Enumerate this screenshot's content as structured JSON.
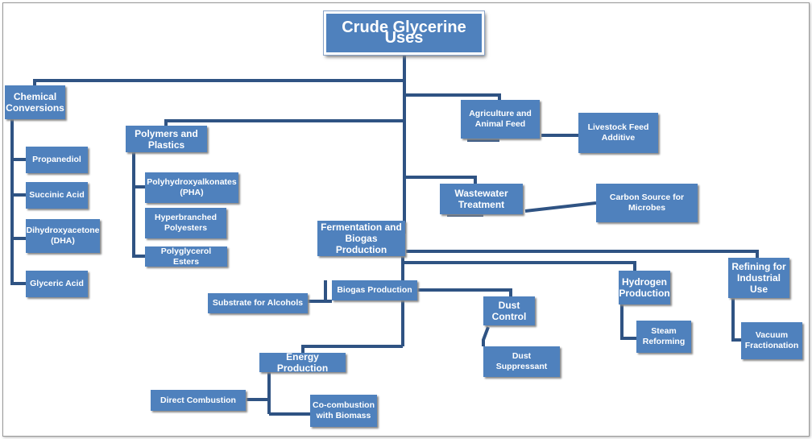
{
  "diagram": {
    "root": "Crude Glycerine Uses",
    "nodes": {
      "chemical_conversions": "Chemical Conversions",
      "propanediol": "Propanediol",
      "succinic_acid": "Succinic Acid",
      "dha": "Dihydroxyacetone (DHA)",
      "glyceric_acid": "Glyceric Acid",
      "polymers_plastics": "Polymers and Plastics",
      "pha": "Polyhydroxyalkonates (PHA)",
      "hyperbranched": "Hyperbranched Polyesters",
      "polyglycerol": "Polyglycerol Esters",
      "agriculture": "Agriculture and Animal Feed",
      "livestock": "Livestock Feed Additive",
      "wastewater": "Wastewater Treatment",
      "carbon_source": "Carbon Source for Microbes",
      "fermentation": "Fermentation and Biogas Production",
      "refining": "Refining for Industrial Use",
      "vacuum": "Vacuum Fractionation",
      "hydrogen": "Hydrogen Production",
      "steam": "Steam Reforming",
      "dust_control": "Dust Control",
      "dust_suppressant": "Dust Suppressant",
      "biogas": "Biogas Production",
      "substrate": "Substrate for Alcohols",
      "energy": "Energy Production",
      "direct_combustion": "Direct Combustion",
      "cocombustion": "Co-combustion with Biomass"
    }
  }
}
